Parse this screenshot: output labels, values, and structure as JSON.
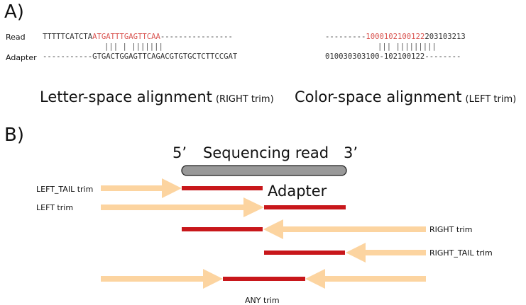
{
  "panel_a": {
    "label": "A)",
    "row_read_label": "Read",
    "row_adapter_label": "Adapter",
    "letter": {
      "read_pre": "TTTTTCATCTA",
      "read_match": "ATGATTTGAGTTCAA",
      "read_post": "----------------",
      "bars": "||| | |||||||",
      "adapter": "-----------GTGACTGGAGTTCAGACGTGTGCTCTTCCGAT"
    },
    "color": {
      "read_pre": "---------",
      "read_match": "1000102100122",
      "read_post": "203103213",
      "bars": "||| |||||||||",
      "adapter": "010030303100-102100122--------"
    },
    "caption_left_main": "Letter-space alignment",
    "caption_left_sub": "(RIGHT trim)",
    "caption_right_main": "Color-space alignment",
    "caption_right_sub": "(LEFT trim)"
  },
  "panel_b": {
    "label": "B)",
    "five_prime": "5’",
    "read_label": "Sequencing read",
    "three_prime": "3’",
    "adapter_label": "Adapter",
    "trims": {
      "left_tail": "LEFT_TAIL trim",
      "left": "LEFT trim",
      "right": "RIGHT trim",
      "right_tail": "RIGHT_TAIL trim",
      "any": "ANY trim"
    }
  },
  "colors": {
    "arrow": "#fcd4a0",
    "adapter_bar": "#c8171b",
    "read_bar": "#999999",
    "match_text": "#d9534f"
  }
}
